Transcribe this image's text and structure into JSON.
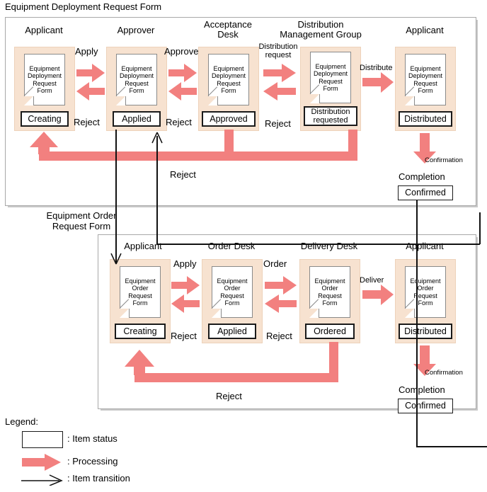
{
  "colors": {
    "lane_fill": "#f7e2d0",
    "lane_border": "#edd2ba",
    "arrow_pink": "#f2807f",
    "frame_border": "#a8a8a8",
    "status_border": "#1a1a1a",
    "doc_border": "#8a8a8a",
    "text": "#000000"
  },
  "sections": [
    {
      "id": "deployment",
      "title": "Equipment Deployment Request Form",
      "doc_label": "Equipment\nDeployment\nRequest\nForm",
      "lanes": [
        {
          "actor": "Applicant",
          "status": "Creating"
        },
        {
          "actor": "Approver",
          "status": "Applied"
        },
        {
          "actor": "Acceptance\nDesk",
          "status": "Approved"
        },
        {
          "actor": "Distribution\nManagement Group",
          "status": "Distribution\nrequested"
        },
        {
          "actor": "Applicant",
          "status": "Distributed"
        }
      ],
      "forward_labels": [
        "Apply",
        "Approve",
        "Distribution\nrequest",
        "Distribute"
      ],
      "reject_labels": [
        "Reject",
        "Reject",
        "Reject"
      ],
      "reject_bar_label": "Reject",
      "confirmation_label": "Confirmation",
      "completion_label": "Completion",
      "completion_status": "Confirmed"
    },
    {
      "id": "order",
      "title": "Equipment Order\nRequest Form",
      "doc_label": "Equipment\nOrder\nRequest\nForm",
      "lanes": [
        {
          "actor": "Applicant",
          "status": "Creating"
        },
        {
          "actor": "Order Desk",
          "status": "Applied"
        },
        {
          "actor": "Delivery Desk",
          "status": "Ordered"
        },
        {
          "actor": "Applicant",
          "status": "Distributed"
        }
      ],
      "forward_labels": [
        "Apply",
        "Order",
        "Deliver"
      ],
      "reject_labels": [
        "Reject",
        "Reject"
      ],
      "reject_bar_label": "Reject",
      "confirmation_label": "Confirmation",
      "completion_label": "Completion",
      "completion_status": "Confirmed"
    }
  ],
  "legend": {
    "title": "Legend:",
    "items": [
      {
        "glyph": "status-box",
        "label": ": Item status"
      },
      {
        "glyph": "pink-arrow",
        "label": ": Processing"
      },
      {
        "glyph": "black-arrow",
        "label": ": Item transition"
      }
    ]
  }
}
